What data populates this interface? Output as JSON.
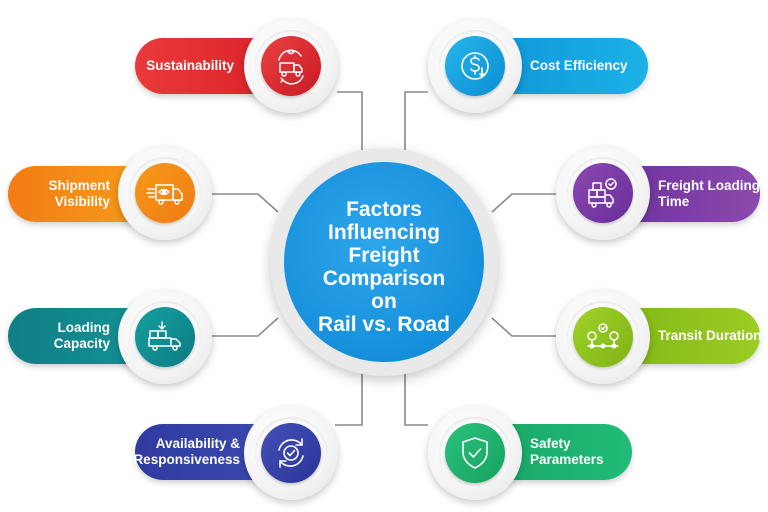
{
  "center": {
    "title_lines": [
      "Factors",
      "Influencing",
      "Freight",
      "Comparison",
      "on",
      "Rail vs. Road"
    ],
    "color": "#1a95de"
  },
  "factors": {
    "sustainability": {
      "lines": [
        "Sustainability"
      ],
      "color": "#e42b2b",
      "icon": "eco-truck-icon"
    },
    "cost_efficiency": {
      "lines": [
        "Cost Efficiency"
      ],
      "color": "#13a0df",
      "icon": "dollar-coin-icon"
    },
    "shipment_visibility": {
      "lines": [
        "Shipment",
        "Visibility"
      ],
      "color": "#f28a12",
      "icon": "truck-eye-icon"
    },
    "freight_loading_time": {
      "lines": [
        "Freight Loading",
        "Time"
      ],
      "color": "#7f3fa7",
      "icon": "loading-boxes-icon"
    },
    "loading_capacity": {
      "lines": [
        "Loading",
        "Capacity"
      ],
      "color": "#118a8c",
      "icon": "truck-capacity-icon"
    },
    "transit_duration": {
      "lines": [
        "Transit Duration"
      ],
      "color": "#8cbf1c",
      "icon": "route-timeline-icon"
    },
    "availability": {
      "lines": [
        "Availability &",
        "Responsiveness"
      ],
      "color": "#3a3fa8",
      "icon": "refresh-check-icon"
    },
    "safety": {
      "lines": [
        "Safety",
        "Parameters"
      ],
      "color": "#1db36e",
      "icon": "shield-check-icon"
    }
  }
}
